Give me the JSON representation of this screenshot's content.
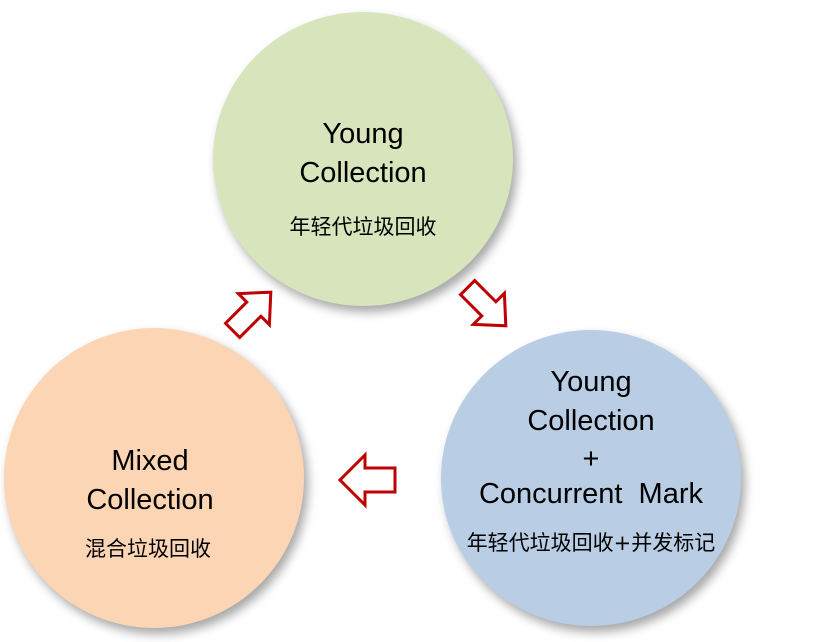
{
  "diagram": {
    "nodes": [
      {
        "id": "young",
        "title_line1": "Young",
        "title_line2": "Collection",
        "subtitle": "年轻代垃圾回收",
        "color": "#d8e4bc"
      },
      {
        "id": "concurrent",
        "title_line1": "Young",
        "title_line2": "Collection",
        "title_line3": "+",
        "title_line4": "Concurrent  Mark",
        "subtitle": "年轻代垃圾回收+并发标记",
        "color": "#b9cde5"
      },
      {
        "id": "mixed",
        "title_line1": "Mixed",
        "title_line2": "Collection",
        "subtitle": "混合垃圾回收",
        "color": "#fcd5b5"
      }
    ],
    "arrows": {
      "stroke_color": "#c00000",
      "fill_color": "#ffffff"
    }
  }
}
